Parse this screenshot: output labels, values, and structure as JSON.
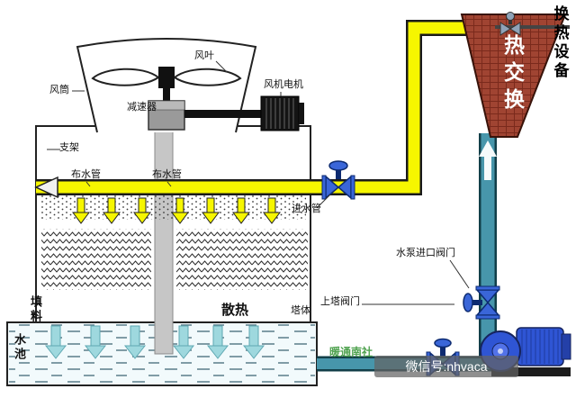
{
  "diagram": {
    "cooling_tower": {
      "fan_blade_label": "风叶",
      "fan_cowl_label": "风筒",
      "fan_motor_label": "风机电机",
      "reducer_label": "减速器",
      "support_label": "支架",
      "water_pipe_left_label": "布水管",
      "water_pipe_right_label": "布水管",
      "filler_label": "填料",
      "heat_dissipation_label": "散热",
      "tower_body_label": "塔体",
      "water_pool_label": "水池"
    },
    "piping": {
      "inlet_pipe_label": "进水管",
      "pump_inlet_valve_label": "水泵进口阀门",
      "up_tower_valve_label": "上塔阀门"
    },
    "heat_exchanger": {
      "equipment_label": "换热设备",
      "panel_label": "热交换"
    }
  },
  "watermark": {
    "brand": "暖通南社",
    "wechat_id": "微信号:nhvaca"
  },
  "colors": {
    "pipe_hot_yellow": "#f6f600",
    "pipe_cold_teal": "#4796ab",
    "heat_exchanger_red": "#a04432",
    "pump_blue": "#2f55d4",
    "pool_arrow": "#9ed8de",
    "watermark_green": "#3f9a3f"
  }
}
